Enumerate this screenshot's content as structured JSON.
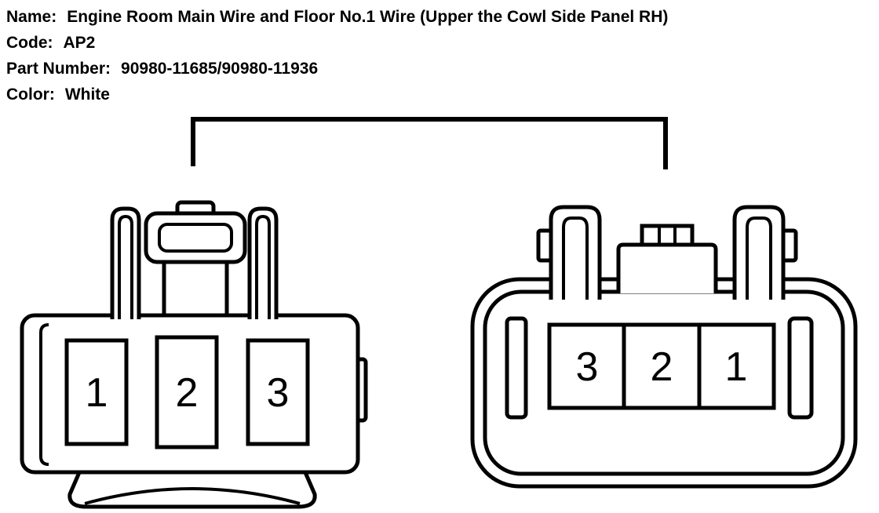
{
  "header": {
    "rows": [
      {
        "label": "Name:",
        "value": "Engine Room Main Wire and Floor No.1 Wire (Upper the Cowl Side Panel RH)"
      },
      {
        "label": "Code:",
        "value": "AP2"
      },
      {
        "label": "Part Number:",
        "value": "90980-11685/90980-11936"
      },
      {
        "label": "Color:",
        "value": "White"
      }
    ]
  },
  "diagram": {
    "stroke_color": "#000000",
    "background_color": "#ffffff",
    "left_connector": {
      "pins": [
        "1",
        "2",
        "3"
      ]
    },
    "right_connector": {
      "pins": [
        "3",
        "2",
        "1"
      ]
    }
  }
}
